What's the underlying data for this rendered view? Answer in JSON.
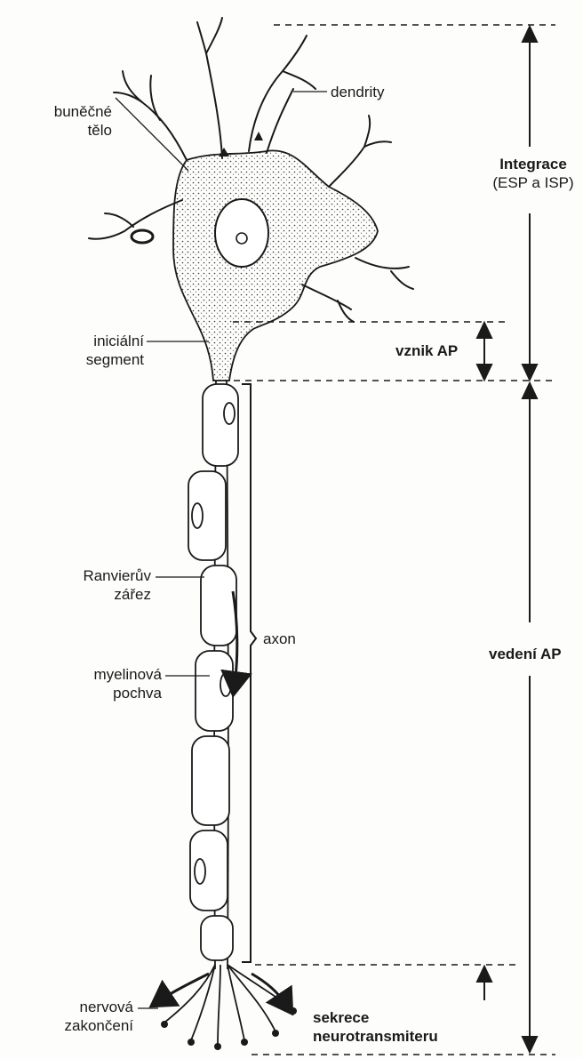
{
  "labels": {
    "bunecne_telo": [
      "buněčné",
      "tělo"
    ],
    "dendrity": "dendrity",
    "inicialni_segment": [
      "iniciální",
      "segment"
    ],
    "ranvieruv_zarez": [
      "Ranvierův",
      "zářez"
    ],
    "axon": "axon",
    "myelinova_pochva": [
      "myelinová",
      "pochva"
    ],
    "nervova_zakonceni": [
      "nervová",
      "zakončení"
    ]
  },
  "phases": {
    "integrace": [
      "Integrace",
      "(ESP a ISP)"
    ],
    "vznik_ap": "vznik AP",
    "vedeni_ap": "vedení AP",
    "sekrece": [
      "sekrece",
      "neurotransmiteru"
    ]
  },
  "colors": {
    "ink": "#1a1a1a",
    "paper": "#fdfdfb"
  }
}
